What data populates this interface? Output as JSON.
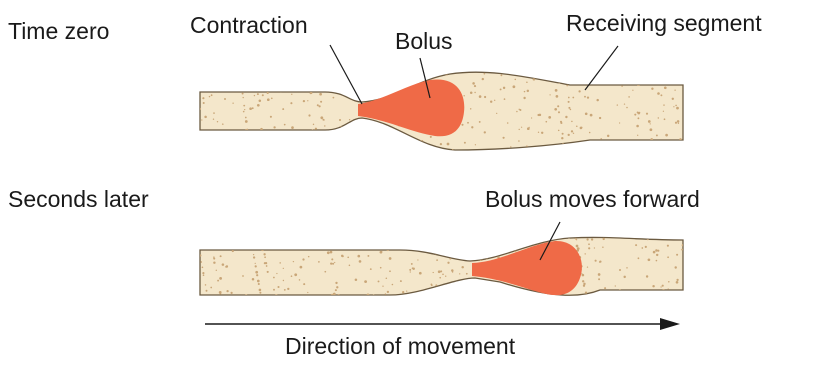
{
  "labels": {
    "time_zero": "Time zero",
    "contraction": "Contraction",
    "bolus": "Bolus",
    "receiving_segment": "Receiving segment",
    "seconds_later": "Seconds later",
    "bolus_moves_forward": "Bolus moves forward",
    "direction_of_movement": "Direction of movement"
  },
  "colors": {
    "tube_fill": "#f4e7cb",
    "tube_outline": "#6b5a40",
    "bolus": "#ef6a47",
    "speckle": "#c9a678",
    "text": "#1a1a1a"
  }
}
